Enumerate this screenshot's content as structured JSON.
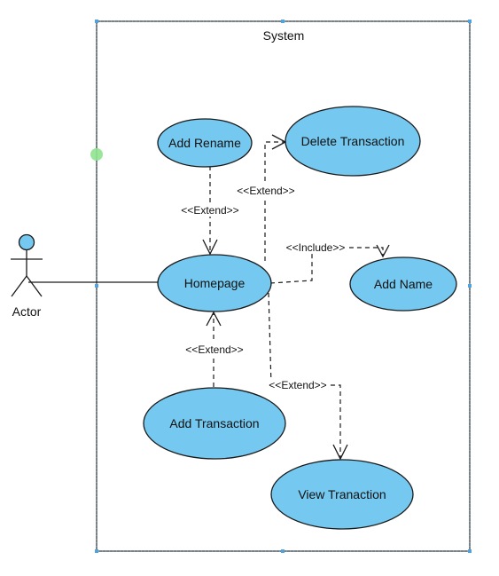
{
  "colors": {
    "usecase_fill": "#75C9F0",
    "usecase_stroke": "#1A1A1A",
    "boundary_stroke": "#555555",
    "selection_handle": "#4FA3E0",
    "hover_dot": "#8FE38F",
    "line": "#1A1A1A"
  },
  "system": {
    "title": "System"
  },
  "actor": {
    "label": "Actor"
  },
  "use_cases": {
    "add_rename": "Add Rename",
    "delete_transaction": "Delete Transaction",
    "homepage": "Homepage",
    "add_name": "Add Name",
    "add_transaction": "Add Transaction",
    "view_transaction": "View Tranaction"
  },
  "relations": {
    "extend_rename": "<<Extend>>",
    "extend_delete": "<<Extend>>",
    "include_name": "<<Include>>",
    "extend_add_transaction": "<<Extend>>",
    "extend_view": "<<Extend>>"
  }
}
